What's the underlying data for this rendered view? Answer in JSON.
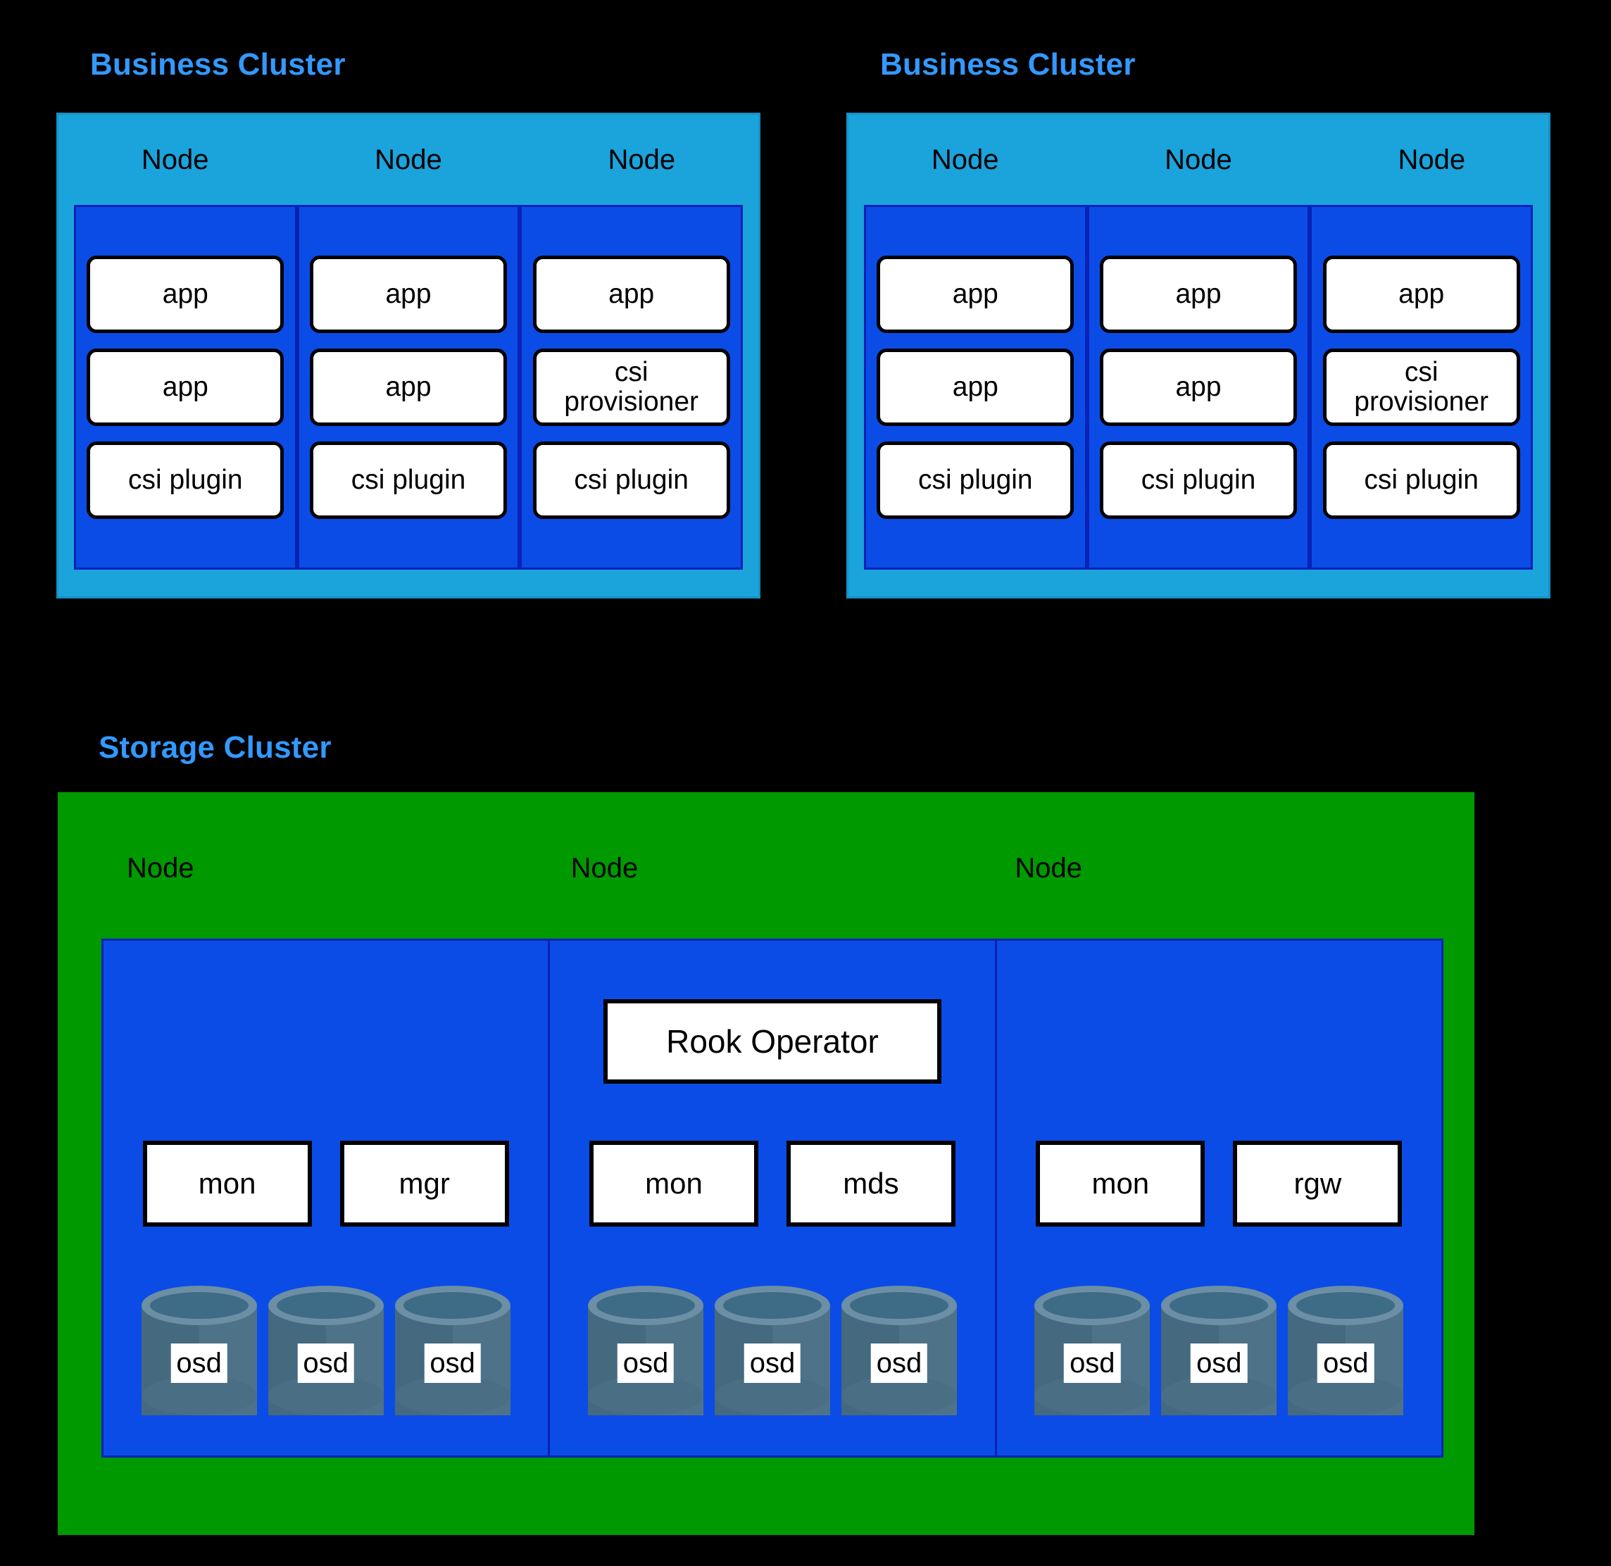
{
  "diagram": {
    "background": "#000000",
    "accent_title_color": "#3399ff",
    "business_cluster_color": "#1ba3dc",
    "node_box_color": "#0b4ce6",
    "storage_cluster_color": "#009900",
    "osd_color": "#4a6f85"
  },
  "business_clusters": [
    {
      "title": "Business Cluster",
      "nodes": [
        {
          "label": "Node",
          "pods": [
            "app",
            "app",
            "csi plugin"
          ]
        },
        {
          "label": "Node",
          "pods": [
            "app",
            "app",
            "csi plugin"
          ]
        },
        {
          "label": "Node",
          "pods": [
            "app",
            "csi\nprovisioner",
            "csi plugin"
          ]
        }
      ]
    },
    {
      "title": "Business Cluster",
      "nodes": [
        {
          "label": "Node",
          "pods": [
            "app",
            "app",
            "csi plugin"
          ]
        },
        {
          "label": "Node",
          "pods": [
            "app",
            "app",
            "csi plugin"
          ]
        },
        {
          "label": "Node",
          "pods": [
            "app",
            "csi\nprovisioner",
            "csi plugin"
          ]
        }
      ]
    }
  ],
  "storage_cluster": {
    "title": "Storage Cluster",
    "nodes": [
      {
        "label": "Node",
        "operator": null,
        "daemons": [
          "mon",
          "mgr"
        ],
        "osds": [
          "osd",
          "osd",
          "osd"
        ]
      },
      {
        "label": "Node",
        "operator": "Rook Operator",
        "daemons": [
          "mon",
          "mds"
        ],
        "osds": [
          "osd",
          "osd",
          "osd"
        ]
      },
      {
        "label": "Node",
        "operator": null,
        "daemons": [
          "mon",
          "rgw"
        ],
        "osds": [
          "osd",
          "osd",
          "osd"
        ]
      }
    ]
  }
}
